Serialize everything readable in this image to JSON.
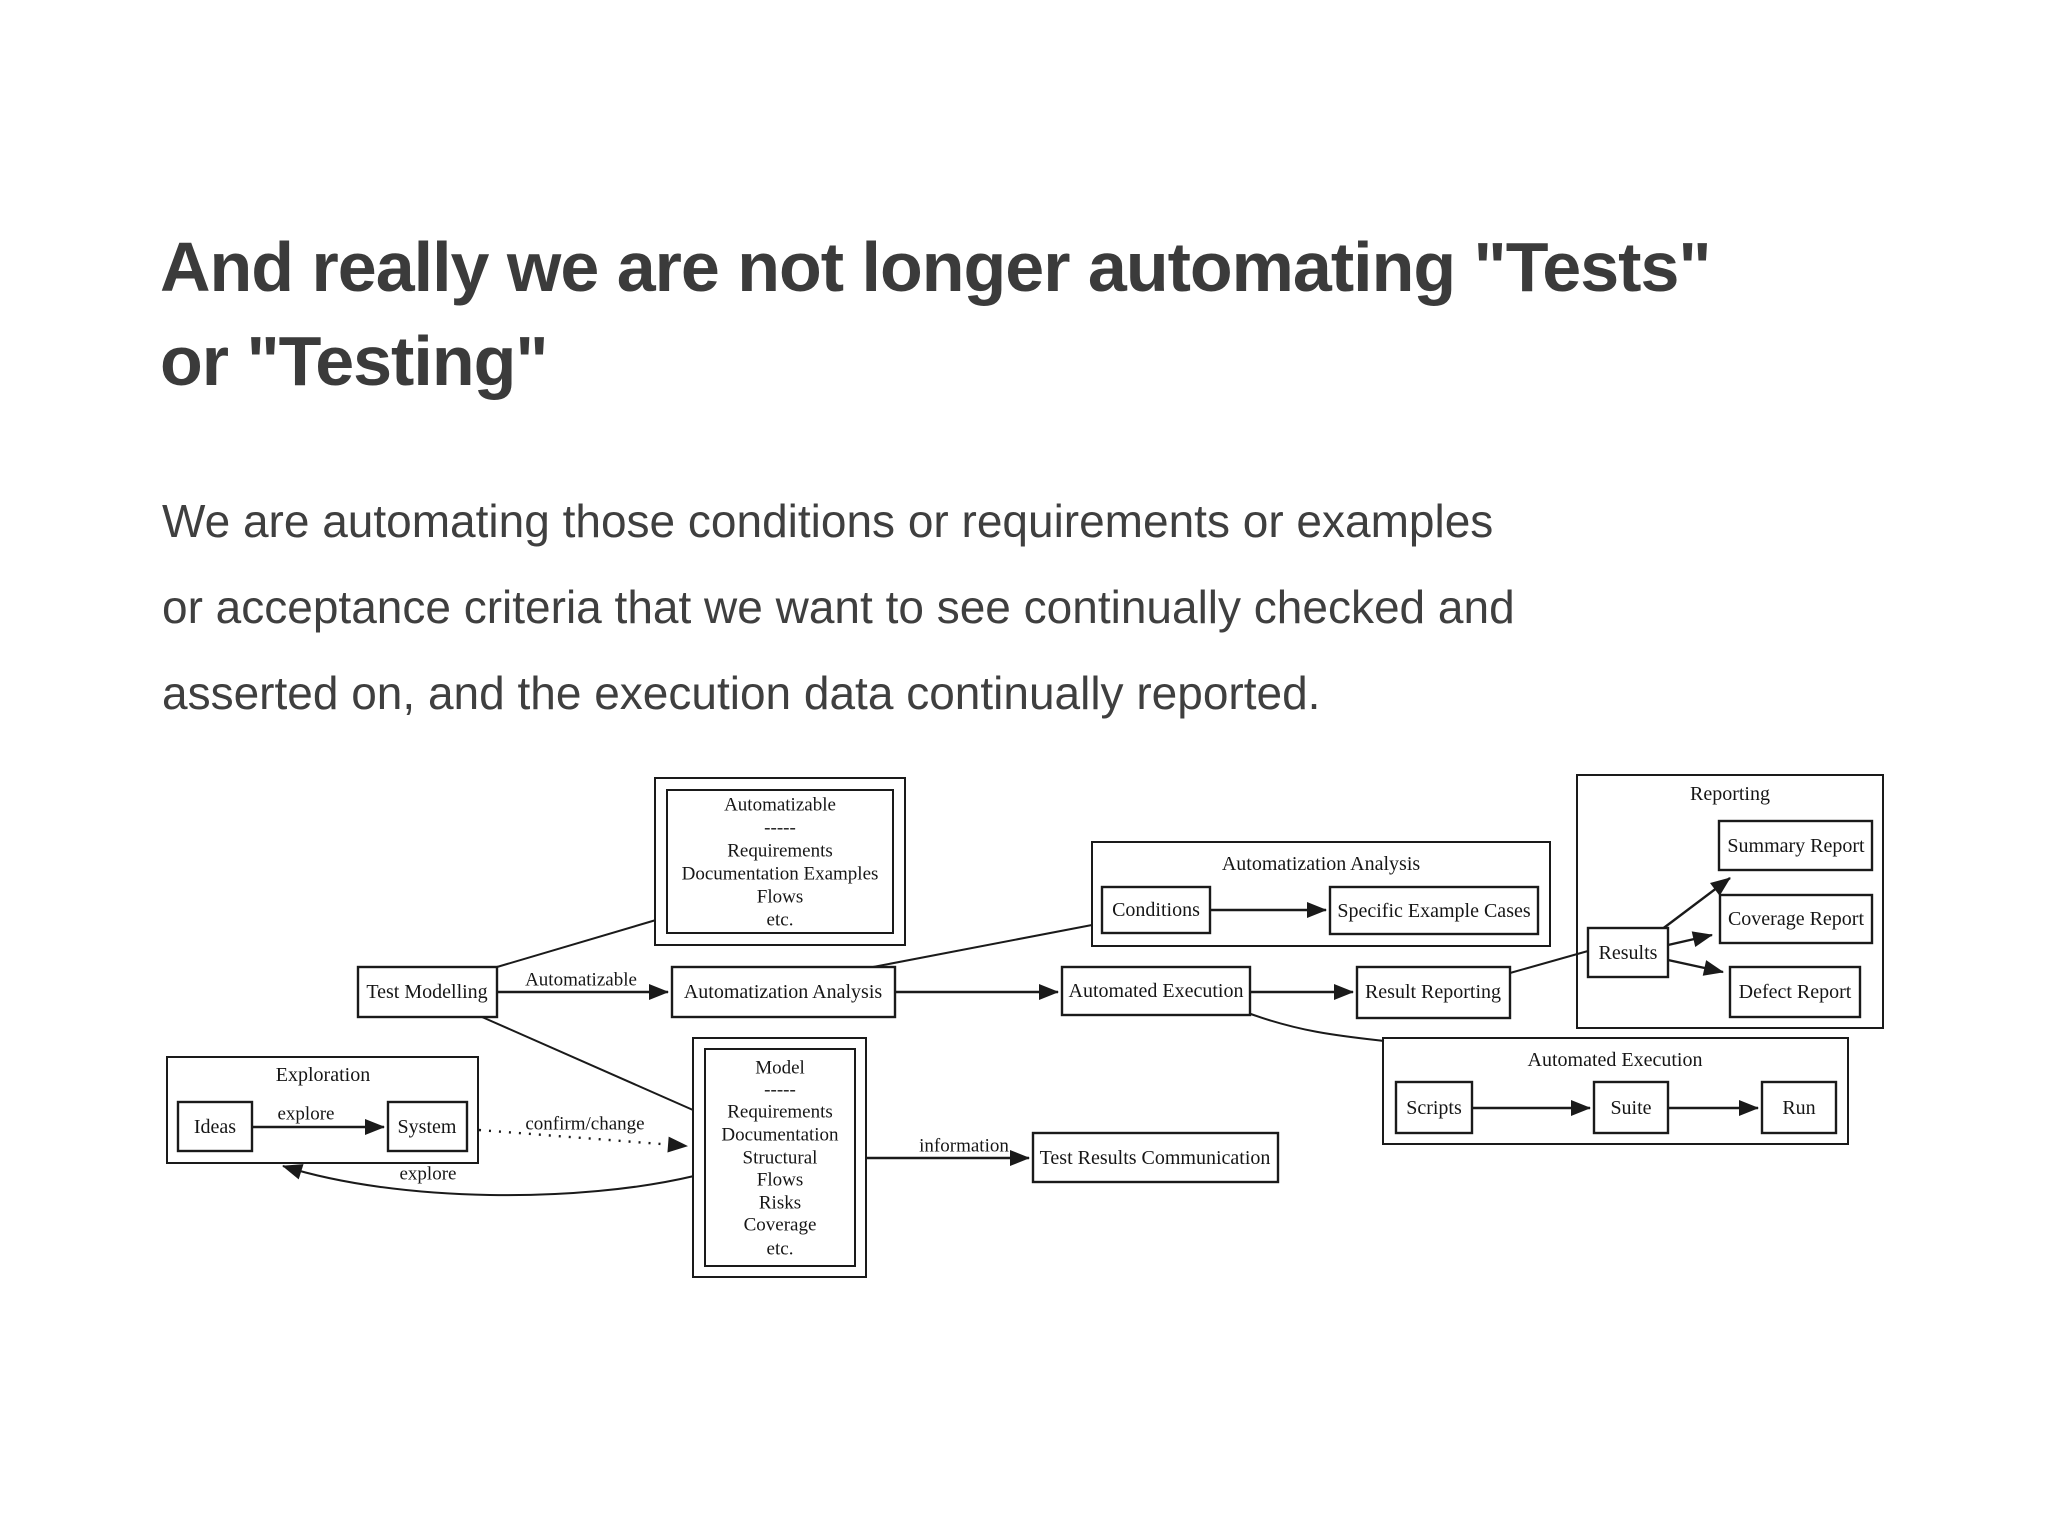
{
  "slide": {
    "title": {
      "lines": [
        "And really we are not longer automating \"Tests\"",
        "or \"Testing\""
      ]
    },
    "body": {
      "lines": [
        "We are automating those conditions or requirements or examples",
        "or acceptance criteria that we want to see continually checked and",
        "asserted on, and the execution data continually reported."
      ]
    }
  },
  "colors": {
    "title_text": "#3b3b3b",
    "body_text": "#3f3f3f",
    "diagram_ink": "#1a1a1a",
    "background": "#ffffff"
  },
  "diagram": {
    "flow": {
      "test_modelling": "Test Modelling",
      "automatization_analysis": "Automatization Analysis",
      "automated_execution": "Automated Execution",
      "result_reporting": "Result Reporting"
    },
    "automatizable_box": {
      "lines": [
        "Automatizable",
        "-----",
        "Requirements",
        "Documentation Examples",
        "Flows",
        "etc."
      ]
    },
    "model_box": {
      "lines": [
        "Model",
        "-----",
        "Requirements",
        "Documentation",
        "Structural",
        "Flows",
        "Risks",
        "Coverage",
        "etc."
      ]
    },
    "analysis_container": {
      "title": "Automatization Analysis",
      "conditions": "Conditions",
      "specific_example_cases": "Specific Example Cases"
    },
    "reporting_container": {
      "title": "Reporting",
      "results": "Results",
      "summary_report": "Summary Report",
      "coverage_report": "Coverage Report",
      "defect_report": "Defect Report"
    },
    "execution_container": {
      "title": "Automated Execution",
      "scripts": "Scripts",
      "suite": "Suite",
      "run": "Run"
    },
    "exploration_container": {
      "title": "Exploration",
      "ideas": "Ideas",
      "system": "System"
    },
    "test_results_communication": "Test Results Communication",
    "edge_labels": {
      "automatizable": "Automatizable",
      "explore_top": "explore",
      "explore_return": "explore",
      "confirm_change": "confirm/change",
      "information": "information"
    }
  }
}
